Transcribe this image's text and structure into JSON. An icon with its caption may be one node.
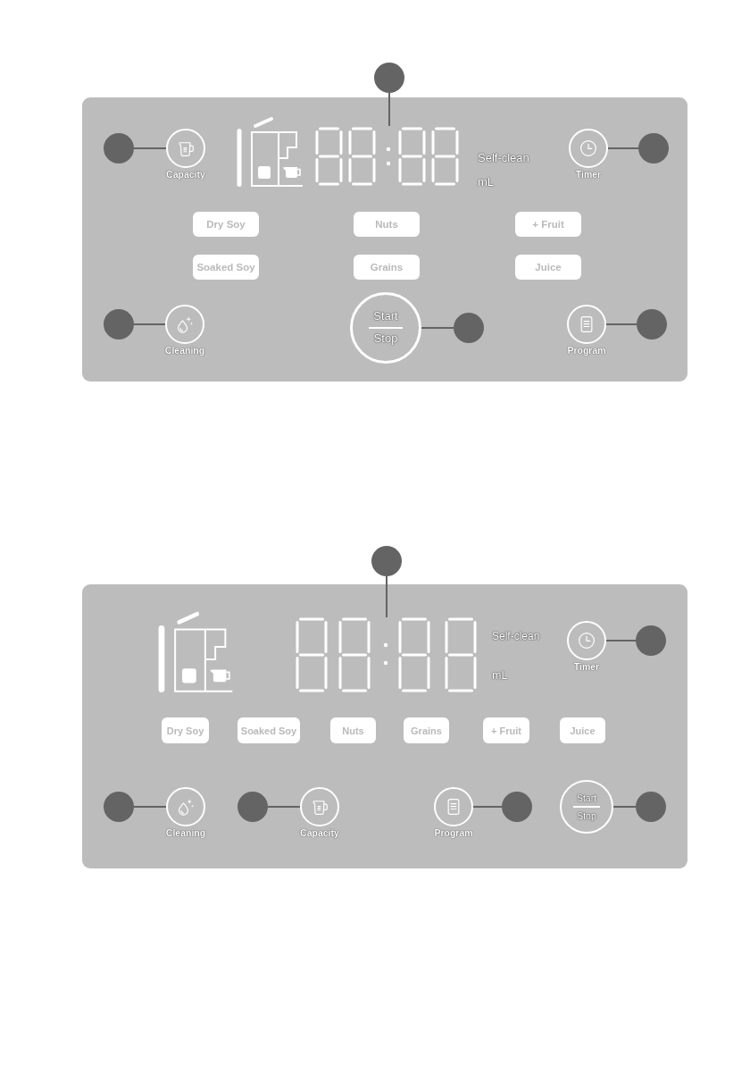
{
  "diagram": {
    "nodes": [
      {
        "text": [],
        "shape": "circle"
      },
      {
        "text": [],
        "shape": "box"
      },
      {
        "text": [],
        "shape": "circle",
        "in": 1
      },
      {
        "text": [
          "Capacity"
        ],
        "in": 1
      },
      {
        "text": [],
        "shape": "picture",
        "in": 1,
        "beside": [
          "Self-clean",
          "mL"
        ]
      },
      {
        "text": [
          "Timer"
        ],
        "in": 1
      },
      {
        "text": [],
        "shape": "circle",
        "in": 1
      },
      {
        "text": [
          "Dry Soy"
        ],
        "in": 1
      },
      {
        "text": [
          "Nuts"
        ],
        "in": 1
      },
      {
        "text": [
          "+ Fruit"
        ],
        "in": 1
      },
      {
        "text": [
          "Soaked Soy"
        ],
        "in": 1
      },
      {
        "text": [
          "Grains"
        ],
        "in": 1
      },
      {
        "text": [
          "Juice"
        ],
        "in": 1
      },
      {
        "text": [],
        "shape": "circle",
        "in": 1
      },
      {
        "text": [
          "Cleaning"
        ],
        "in": 1
      },
      {
        "text": [
          "Start",
          "Stop"
        ],
        "in": 1
      },
      {
        "text": [],
        "shape": "circle",
        "in": 1
      },
      {
        "text": [
          "Program"
        ],
        "in": 1
      },
      {
        "text": [],
        "shape": "circle",
        "in": 1
      },
      {
        "text": [],
        "shape": "circle"
      },
      {
        "text": [],
        "shape": "box"
      },
      {
        "text": [],
        "shape": "picture",
        "in": 20,
        "beside": [
          "Self-clean",
          "mL"
        ]
      },
      {
        "text": [
          "Timer"
        ],
        "in": 20
      },
      {
        "text": [],
        "shape": "circle",
        "in": 20
      },
      {
        "text": [
          "Dry Soy"
        ],
        "in": 20
      },
      {
        "text": [
          "Soaked Soy"
        ],
        "in": 20
      },
      {
        "text": [
          "Nuts"
        ],
        "in": 20
      },
      {
        "text": [
          "Grains"
        ],
        "in": 20
      },
      {
        "text": [
          "+ Fruit"
        ],
        "in": 20
      },
      {
        "text": [
          "Juice"
        ],
        "in": 20
      },
      {
        "text": [],
        "shape": "circle",
        "in": 20
      },
      {
        "text": [
          "Cleaning"
        ],
        "in": 20
      },
      {
        "text": [],
        "shape": "circle",
        "in": 20
      },
      {
        "text": [
          "Capacity"
        ],
        "in": 20
      },
      {
        "text": [
          "Program"
        ],
        "in": 20
      },
      {
        "text": [],
        "shape": "circle",
        "in": 20
      },
      {
        "text": [
          "Start",
          "Stop"
        ],
        "in": 20
      },
      {
        "text": [],
        "shape": "circle",
        "in": 20
      }
    ],
    "edges": [
      {
        "from": 0,
        "to": 4,
        "arrow": "none"
      },
      {
        "from": 2,
        "to": 3,
        "arrow": "none"
      },
      {
        "from": 6,
        "to": 5,
        "arrow": "none"
      },
      {
        "from": 13,
        "to": 14,
        "arrow": "none"
      },
      {
        "from": 16,
        "to": 15,
        "arrow": "none"
      },
      {
        "from": 18,
        "to": 17,
        "arrow": "none"
      },
      {
        "from": 19,
        "to": 21,
        "arrow": "none"
      },
      {
        "from": 23,
        "to": 22,
        "arrow": "none"
      },
      {
        "from": 30,
        "to": 31,
        "arrow": "none"
      },
      {
        "from": 32,
        "to": 33,
        "arrow": "none"
      },
      {
        "from": 35,
        "to": 34,
        "arrow": "none"
      },
      {
        "from": 37,
        "to": 36,
        "arrow": "none"
      }
    ]
  }
}
